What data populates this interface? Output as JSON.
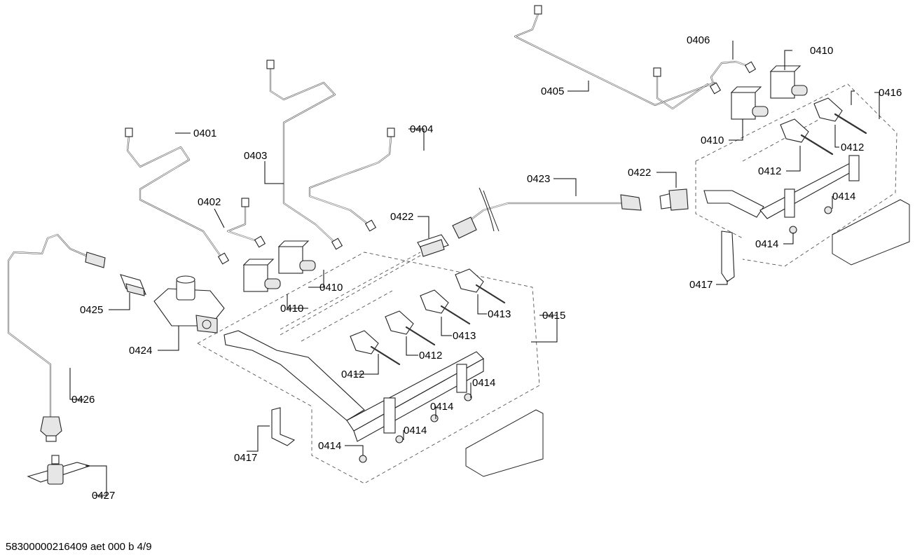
{
  "labels": {
    "p0401": "0401",
    "p0402": "0402",
    "p0403": "0403",
    "p0404": "0404",
    "p0405": "0405",
    "p0406": "0406",
    "p0410": "0410",
    "p0412": "0412",
    "p0413": "0413",
    "p0414": "0414",
    "p0415": "0415",
    "p0416": "0416",
    "p0417": "0417",
    "p0422": "0422",
    "p0423": "0423",
    "p0424": "0424",
    "p0425": "0425",
    "p0426": "0426",
    "p0427": "0427"
  },
  "footer": "58300000216409 aet 000 b 4/9"
}
